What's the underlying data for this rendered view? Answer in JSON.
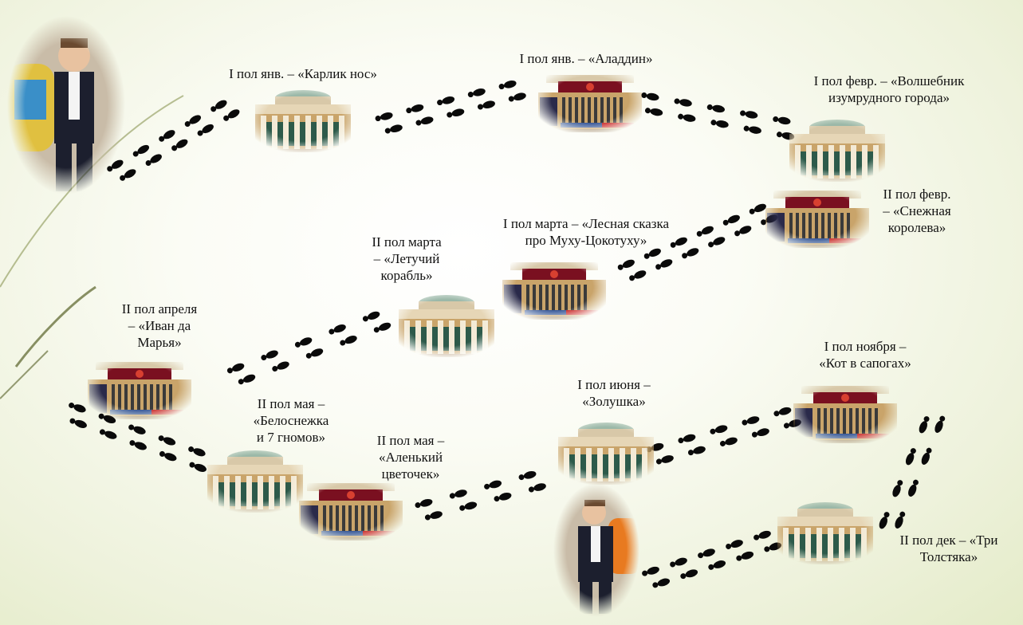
{
  "labels": {
    "jan1": "I пол янв. – «Карлик нос»",
    "jan2": "I пол янв. – «Аладдин»",
    "feb1": "I пол февр. – «Волшебник\nизумрудного города»",
    "feb2": "II пол февр.\n– «Снежная\nкоролева»",
    "mar1": "I пол марта – «Лесная сказка\nпро Муху-Цокотуху»",
    "mar2": "II пол марта\n– «Летучий\nкорабль»",
    "apr2": "II пол апреля\n– «Иван да\nМарья»",
    "may2a": "II пол мая –\n«Белоснежка\nи 7 гномов»",
    "may2b": "II пол мая –\n«Аленький\nцветочек»",
    "jun1": "I пол июня –\n«Золушка»",
    "nov1": "I пол ноября –\n«Кот в сапогах»",
    "dec2": "II пол дек – «Три\nТолстяка»"
  },
  "colors": {
    "theater_wall": "#c9a46a",
    "columns": "#f3ead6",
    "marquee": "#7a1020",
    "footprint": "#0a0a0a",
    "background": "#eef2dc"
  },
  "icons": {
    "footprint": "footprint-icon",
    "theater": "theater-building-icon",
    "child": "child-photo-icon"
  }
}
